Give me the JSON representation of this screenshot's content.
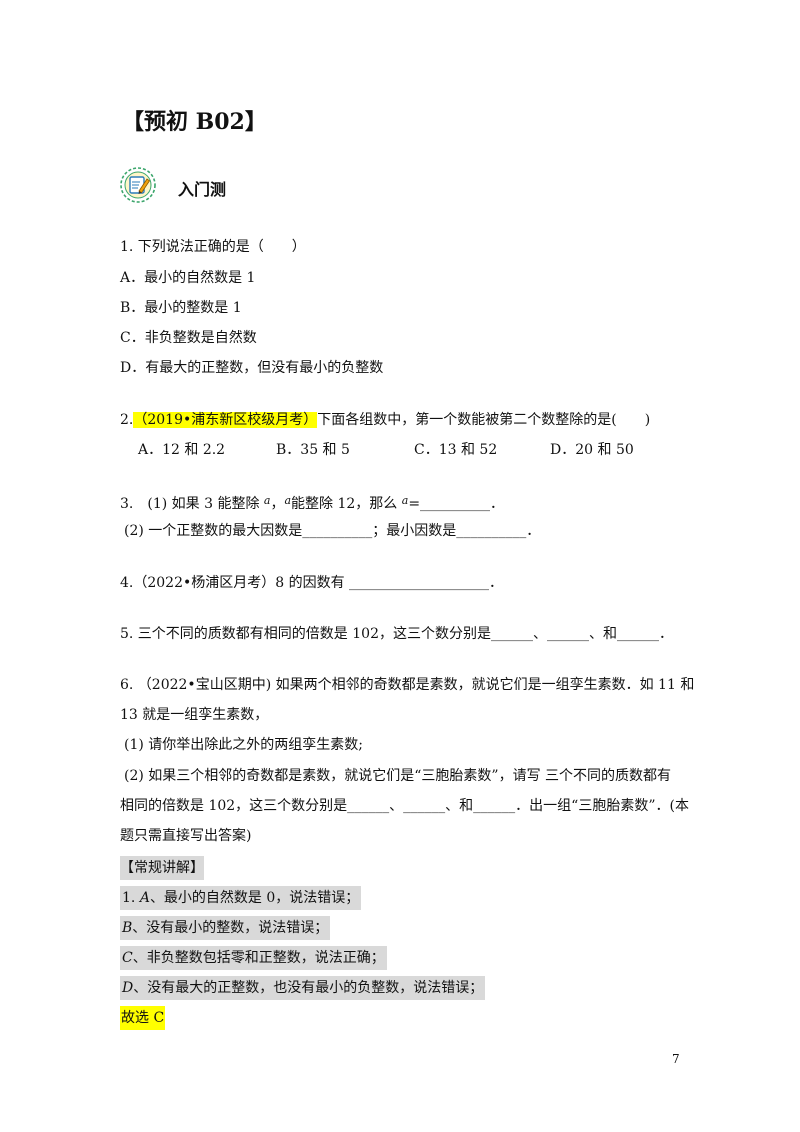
{
  "page": {
    "title": "【预初 B02】",
    "section": {
      "title": "入门测",
      "icon": "pencil-notepad-icon"
    },
    "q1": {
      "stem": "1. 下列说法正确的是（　　）",
      "options": [
        "A．最小的自然数是 1",
        "B．最小的整数是 1",
        "C．非负整数是自然数",
        "D．有最大的正整数，但没有最小的负整数"
      ]
    },
    "q2": {
      "num": "2.",
      "source": "（2019•浦东新区校级月考）",
      "stem": "下面各组数中，第一个数能被第二个数整除的是(　　)",
      "options": [
        "A．12 和 2.2",
        "B．35 和 5",
        "C．13 和 52",
        "D．20 和 50"
      ]
    },
    "q3": {
      "line1_a": "3.　(1) 如果 3 能整除",
      "var_a": "a",
      "line1_b": "，",
      "line1_c": "能整除 12，那么",
      "line1_d": "=__________．",
      "line2": "(2) 一个正整数的最大因数是__________；最小因数是__________．"
    },
    "q4": "4.（2022•杨浦区月考）8 的因数有 ____________________．",
    "q5": "5. 三个不同的质数都有相同的倍数是 102，这三个数分别是______、______、和______．",
    "q6": {
      "line1": "6. （2022•宝山区期中) 如果两个相邻的奇数都是素数，就说它们是一组孪生素数．如 11 和",
      "line2": "13 就是一组孪生素数，",
      "line3": "(1) 请你举出除此之外的两组孪生素数;",
      "line4": "(2) 如果三个相邻的奇数都是素数，就说它们是“三胞胎素数”，请写 三个不同的质数都有",
      "line5": "相同的倍数是 102，这三个数分别是______、______、和______．出一组“三胞胎素数”．(本",
      "line6": "题只需直接写出答案)"
    },
    "answer": {
      "heading": "【常规讲解】",
      "lines": [
        {
          "prefix": "1. ",
          "var": "A",
          "text": "、最小的自然数是 0，说法错误；"
        },
        {
          "prefix": "",
          "var": "B",
          "text": "、没有最小的整数，说法错误；"
        },
        {
          "prefix": "",
          "var": "C",
          "text": "、非负整数包括零和正整数，说法正确；"
        },
        {
          "prefix": "",
          "var": "D",
          "text": "、没有最大的正整数，也没有最小的负整数，说法错误；"
        }
      ],
      "conclusion": "故选 C"
    },
    "page_number": "7"
  }
}
